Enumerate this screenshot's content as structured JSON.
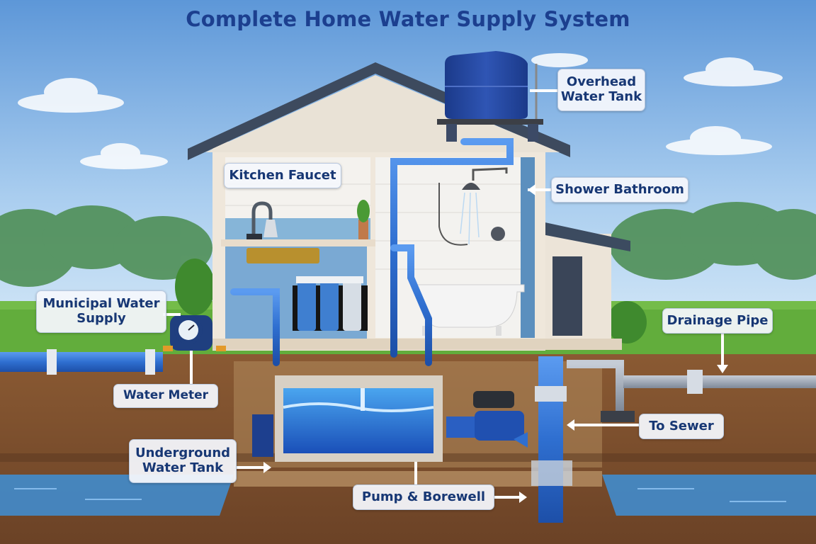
{
  "diagram": {
    "title": "Complete Home Water Supply System",
    "labels": {
      "overhead_tank": "Overhead\nWater Tank",
      "overhead_tank_line1": "Overhead",
      "overhead_tank_line2": "Water Tank",
      "kitchen_faucet": "Kitchen Faucet",
      "shower_bathroom": "Shower Bathroom",
      "municipal_line1": "Municipal Water",
      "municipal_line2": "Supply",
      "drainage_pipe": "Drainage Pipe",
      "water_meter": "Water Meter",
      "to_sewer": "To Sewer",
      "underground_line1": "Underground",
      "underground_line2": "Water Tank",
      "pump_borewell": "Pump & Borewell"
    },
    "colors": {
      "sky_top": "#5d97d8",
      "sky_bottom": "#cfe4f6",
      "grass": "#5fae3a",
      "soil": "#8a5a33",
      "soil_dark": "#6b4226",
      "pipe_blue": "#2f6fd0",
      "tank_blue": "#1f3f93",
      "drain_gray": "#8b95a3",
      "title_blue": "#1c3f8f",
      "groundwater": "#3e8fd6"
    },
    "components": [
      "overhead-water-tank",
      "kitchen-faucet",
      "water-filters",
      "shower",
      "bathtub",
      "water-meter",
      "municipal-supply-pipe",
      "underground-water-tank",
      "pump",
      "borewell",
      "drainage-pipe",
      "sewer-outlet"
    ]
  }
}
